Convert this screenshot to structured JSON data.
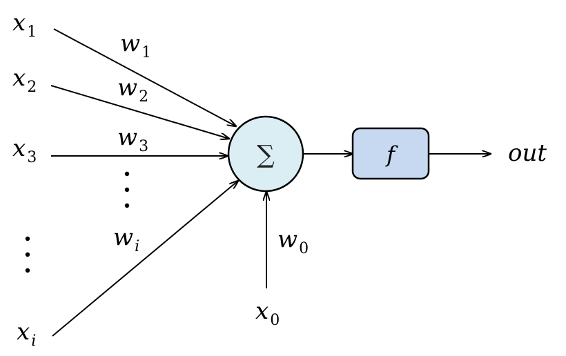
{
  "diagram": {
    "inputs": [
      {
        "symbol": "x",
        "sub": "1",
        "weight_symbol": "w",
        "weight_sub": "1"
      },
      {
        "symbol": "x",
        "sub": "2",
        "weight_symbol": "w",
        "weight_sub": "2"
      },
      {
        "symbol": "x",
        "sub": "3",
        "weight_symbol": "w",
        "weight_sub": "3"
      },
      {
        "symbol": "x",
        "sub": "i",
        "weight_symbol": "w",
        "weight_sub": "i"
      }
    ],
    "bias": {
      "symbol": "x",
      "sub": "0",
      "weight_symbol": "w",
      "weight_sub": "0"
    },
    "sum_node": {
      "label": "∑",
      "fill": "#daeef3",
      "stroke": "#000000"
    },
    "activation": {
      "label": "f",
      "fill": "#c6d9f1",
      "stroke": "#000000"
    },
    "output": {
      "label": "out"
    }
  }
}
